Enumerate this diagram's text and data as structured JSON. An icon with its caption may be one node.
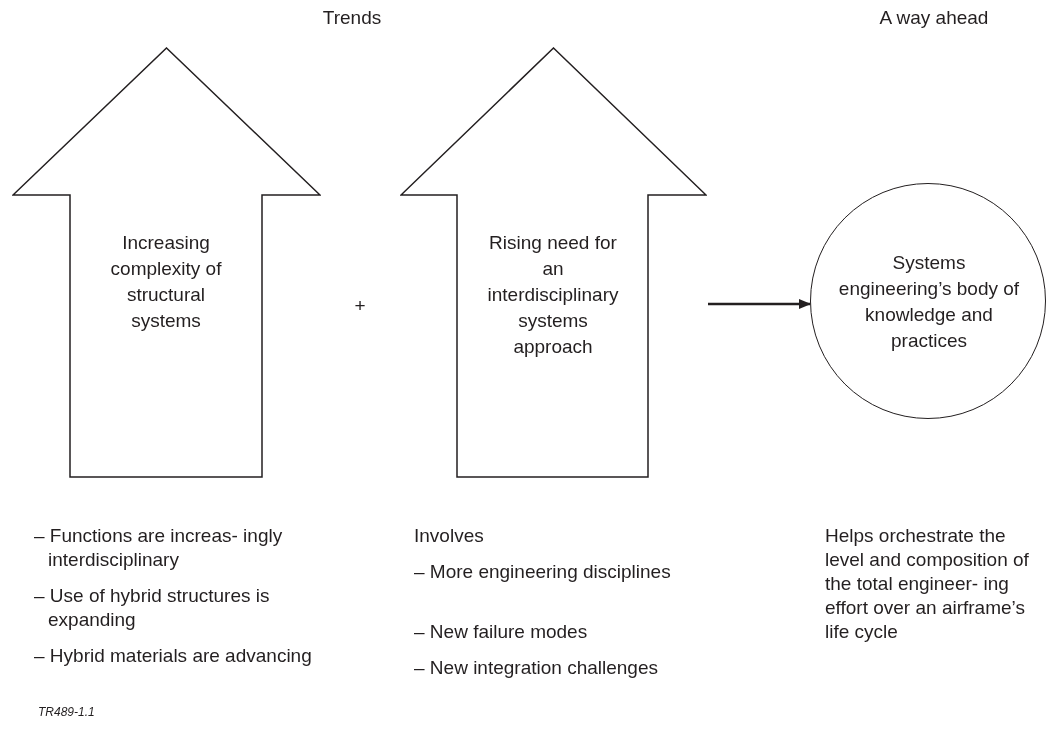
{
  "diagram": {
    "nodes": [
      {
        "text": [
          "Increasing complexity of structural systems"
        ]
      },
      {
        "text": [
          "Rising need for an interdisciplinary systems approach"
        ]
      },
      {
        "text": [
          "Systems engineering’s body of knowledge and practices"
        ]
      }
    ],
    "edges": [
      {
        "from": 1,
        "to": 2,
        "arrow": "to"
      }
    ],
    "labels": [
      "Trends",
      "A way ahead",
      "+",
      "– Functions are increas- ingly interdisciplinary",
      "– Use of hybrid structures is expanding",
      "– Hybrid materials are advancing",
      "Involves",
      "– More engineering disciplines",
      "– New failure modes",
      "– New integration challenges",
      "Helps orchestrate the level and composition of the total engineer- ing effort over an airframe’s life cycle",
      "TR489-1.1"
    ]
  }
}
